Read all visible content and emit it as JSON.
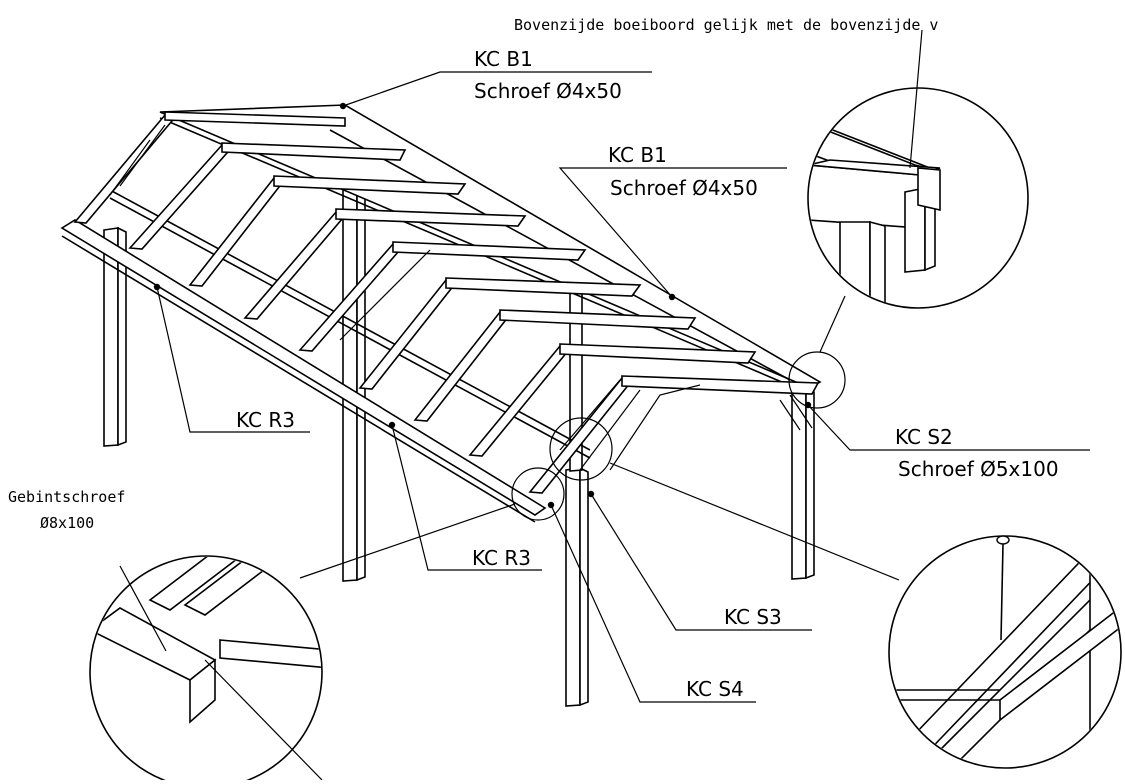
{
  "callouts": {
    "top_note": "Bovenzijde boeiboord gelijk met de bovenzijde v",
    "kc_b1_left": "KC B1",
    "schroef_left": "Schroef Ø4x50",
    "kc_b1_right": "KC B1",
    "schroef_right": "Schroef Ø4x50",
    "kc_r3_left": "KC R3",
    "kc_r3_mid": "KC R3",
    "kc_s2": "KC S2",
    "schroef_s2": "Schroef Ø5x100",
    "kc_s3": "KC S3",
    "kc_s4": "KC S4",
    "gebint_line1": "Gebintschroef",
    "gebint_line2": "Ø8x100"
  }
}
